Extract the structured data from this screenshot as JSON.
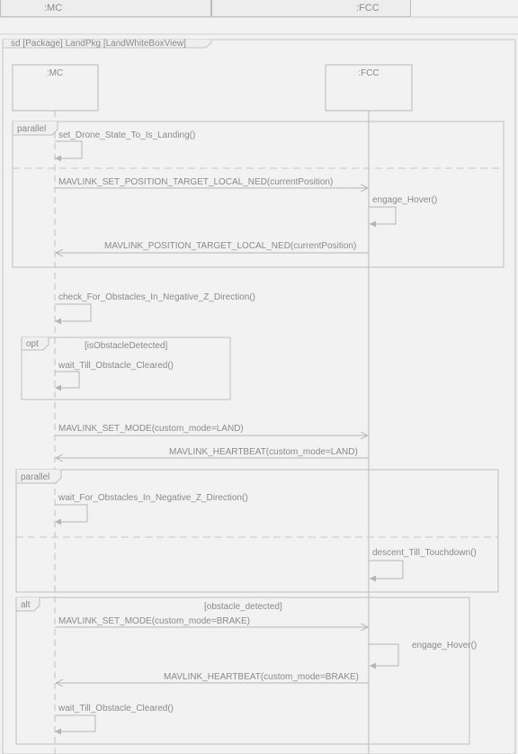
{
  "header": {
    "mc": ":MC",
    "fcc": ":FCC"
  },
  "diagram": {
    "frame_label": "sd [Package] LandPkg [LandWhiteBoxView]"
  },
  "lifelines": {
    "mc": ":MC",
    "fcc": ":FCC"
  },
  "fragments": {
    "parallel1": {
      "label": "parallel"
    },
    "opt": {
      "label": "opt",
      "guard": "[isObstacleDetected]"
    },
    "parallel2": {
      "label": "parallel"
    },
    "alt": {
      "label": "alt",
      "guard": "[obstacle_detected]"
    }
  },
  "messages": {
    "m1": "set_Drone_State_To_Is_Landing()",
    "m2": "MAVLINK_SET_POSITION_TARGET_LOCAL_NED(currentPosition)",
    "m3": "engage_Hover()",
    "m4": "MAVLINK_POSITION_TARGET_LOCAL_NED(currentPosition)",
    "m5": "check_For_Obstacles_In_Negative_Z_Direction()",
    "m6": "wait_Till_Obstacle_Cleared()",
    "m7": "MAVLINK_SET_MODE(custom_mode=LAND)",
    "m8": "MAVLINK_HEARTBEAT(custom_mode=LAND)",
    "m9": "wait_For_Obstacles_In_Negative_Z_Direction()",
    "m10": "descent_Till_Touchdown()",
    "m11": "MAVLINK_SET_MODE(custom_mode=BRAKE)",
    "m12": "engage_Hover()",
    "m13": "MAVLINK_HEARTBEAT(custom_mode=BRAKE)",
    "m14": "wait_Till_Obstacle_Cleared()"
  }
}
